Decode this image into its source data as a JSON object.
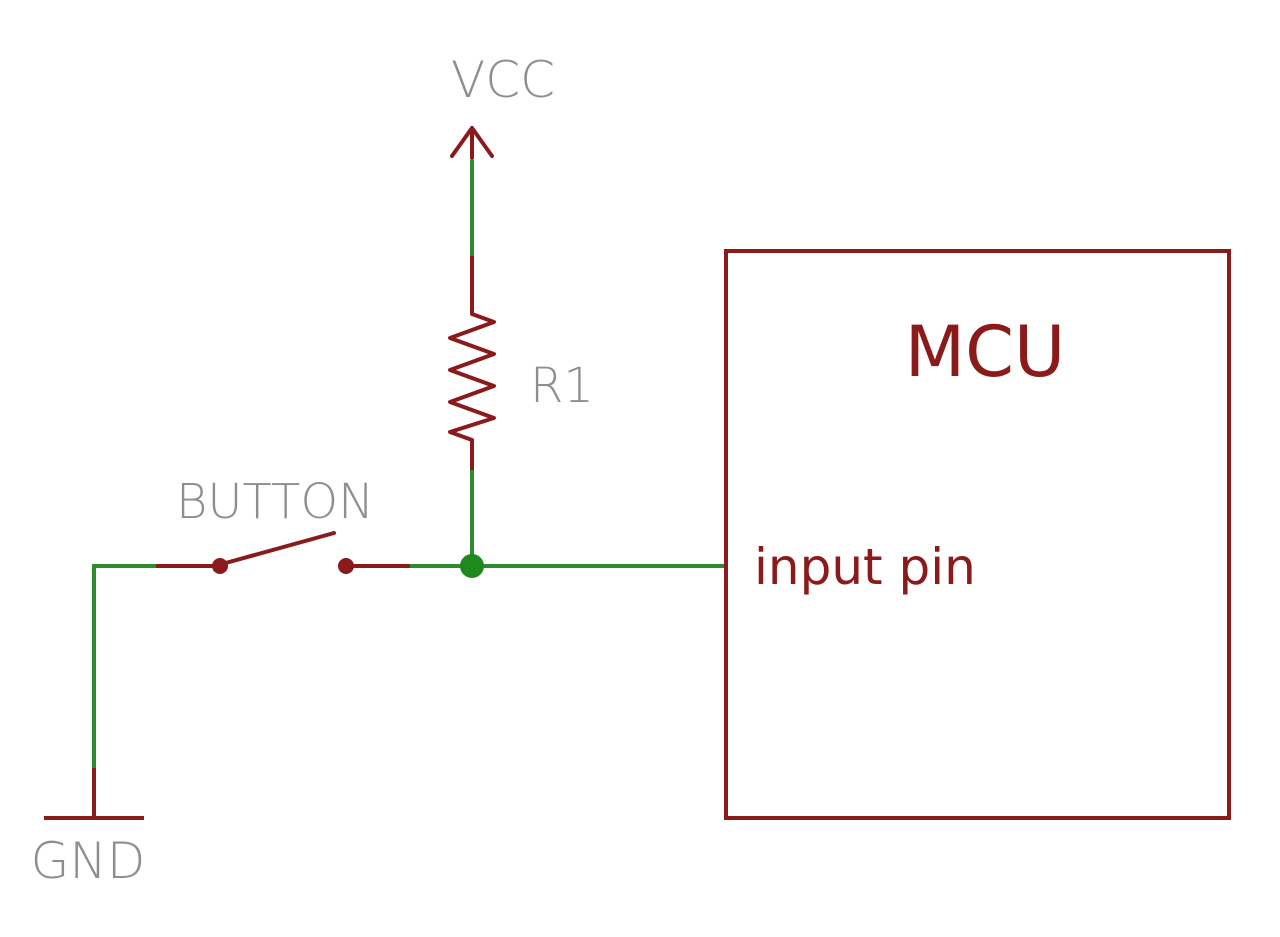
{
  "labels": {
    "vcc": "VCC",
    "resistor": "R1",
    "button": "BUTTON",
    "gnd": "GND",
    "mcu": "MCU",
    "input_pin": "input pin"
  },
  "colors": {
    "wire": "#2e8b2e",
    "component": "#8b1a1a",
    "label": "#8e8e8e",
    "junction": "#1e8a1e",
    "background": "#ffffff"
  }
}
